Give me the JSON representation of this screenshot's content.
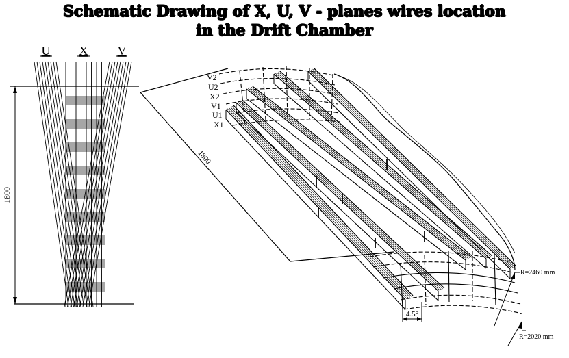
{
  "title": {
    "line1": "Schematic Drawing of X, U, V - planes wires location",
    "line2": "in the Drift Chamber"
  },
  "left_view": {
    "columns": [
      "U",
      "X",
      "V"
    ],
    "height_dim": "1800"
  },
  "right_view": {
    "planes": [
      "V2",
      "U2",
      "X2",
      "V1",
      "U1",
      "X1"
    ],
    "length_dim": "1800",
    "angle": "4.5°",
    "outer_radius": "R=2460 mm",
    "inner_radius": "R=2020 mm"
  }
}
